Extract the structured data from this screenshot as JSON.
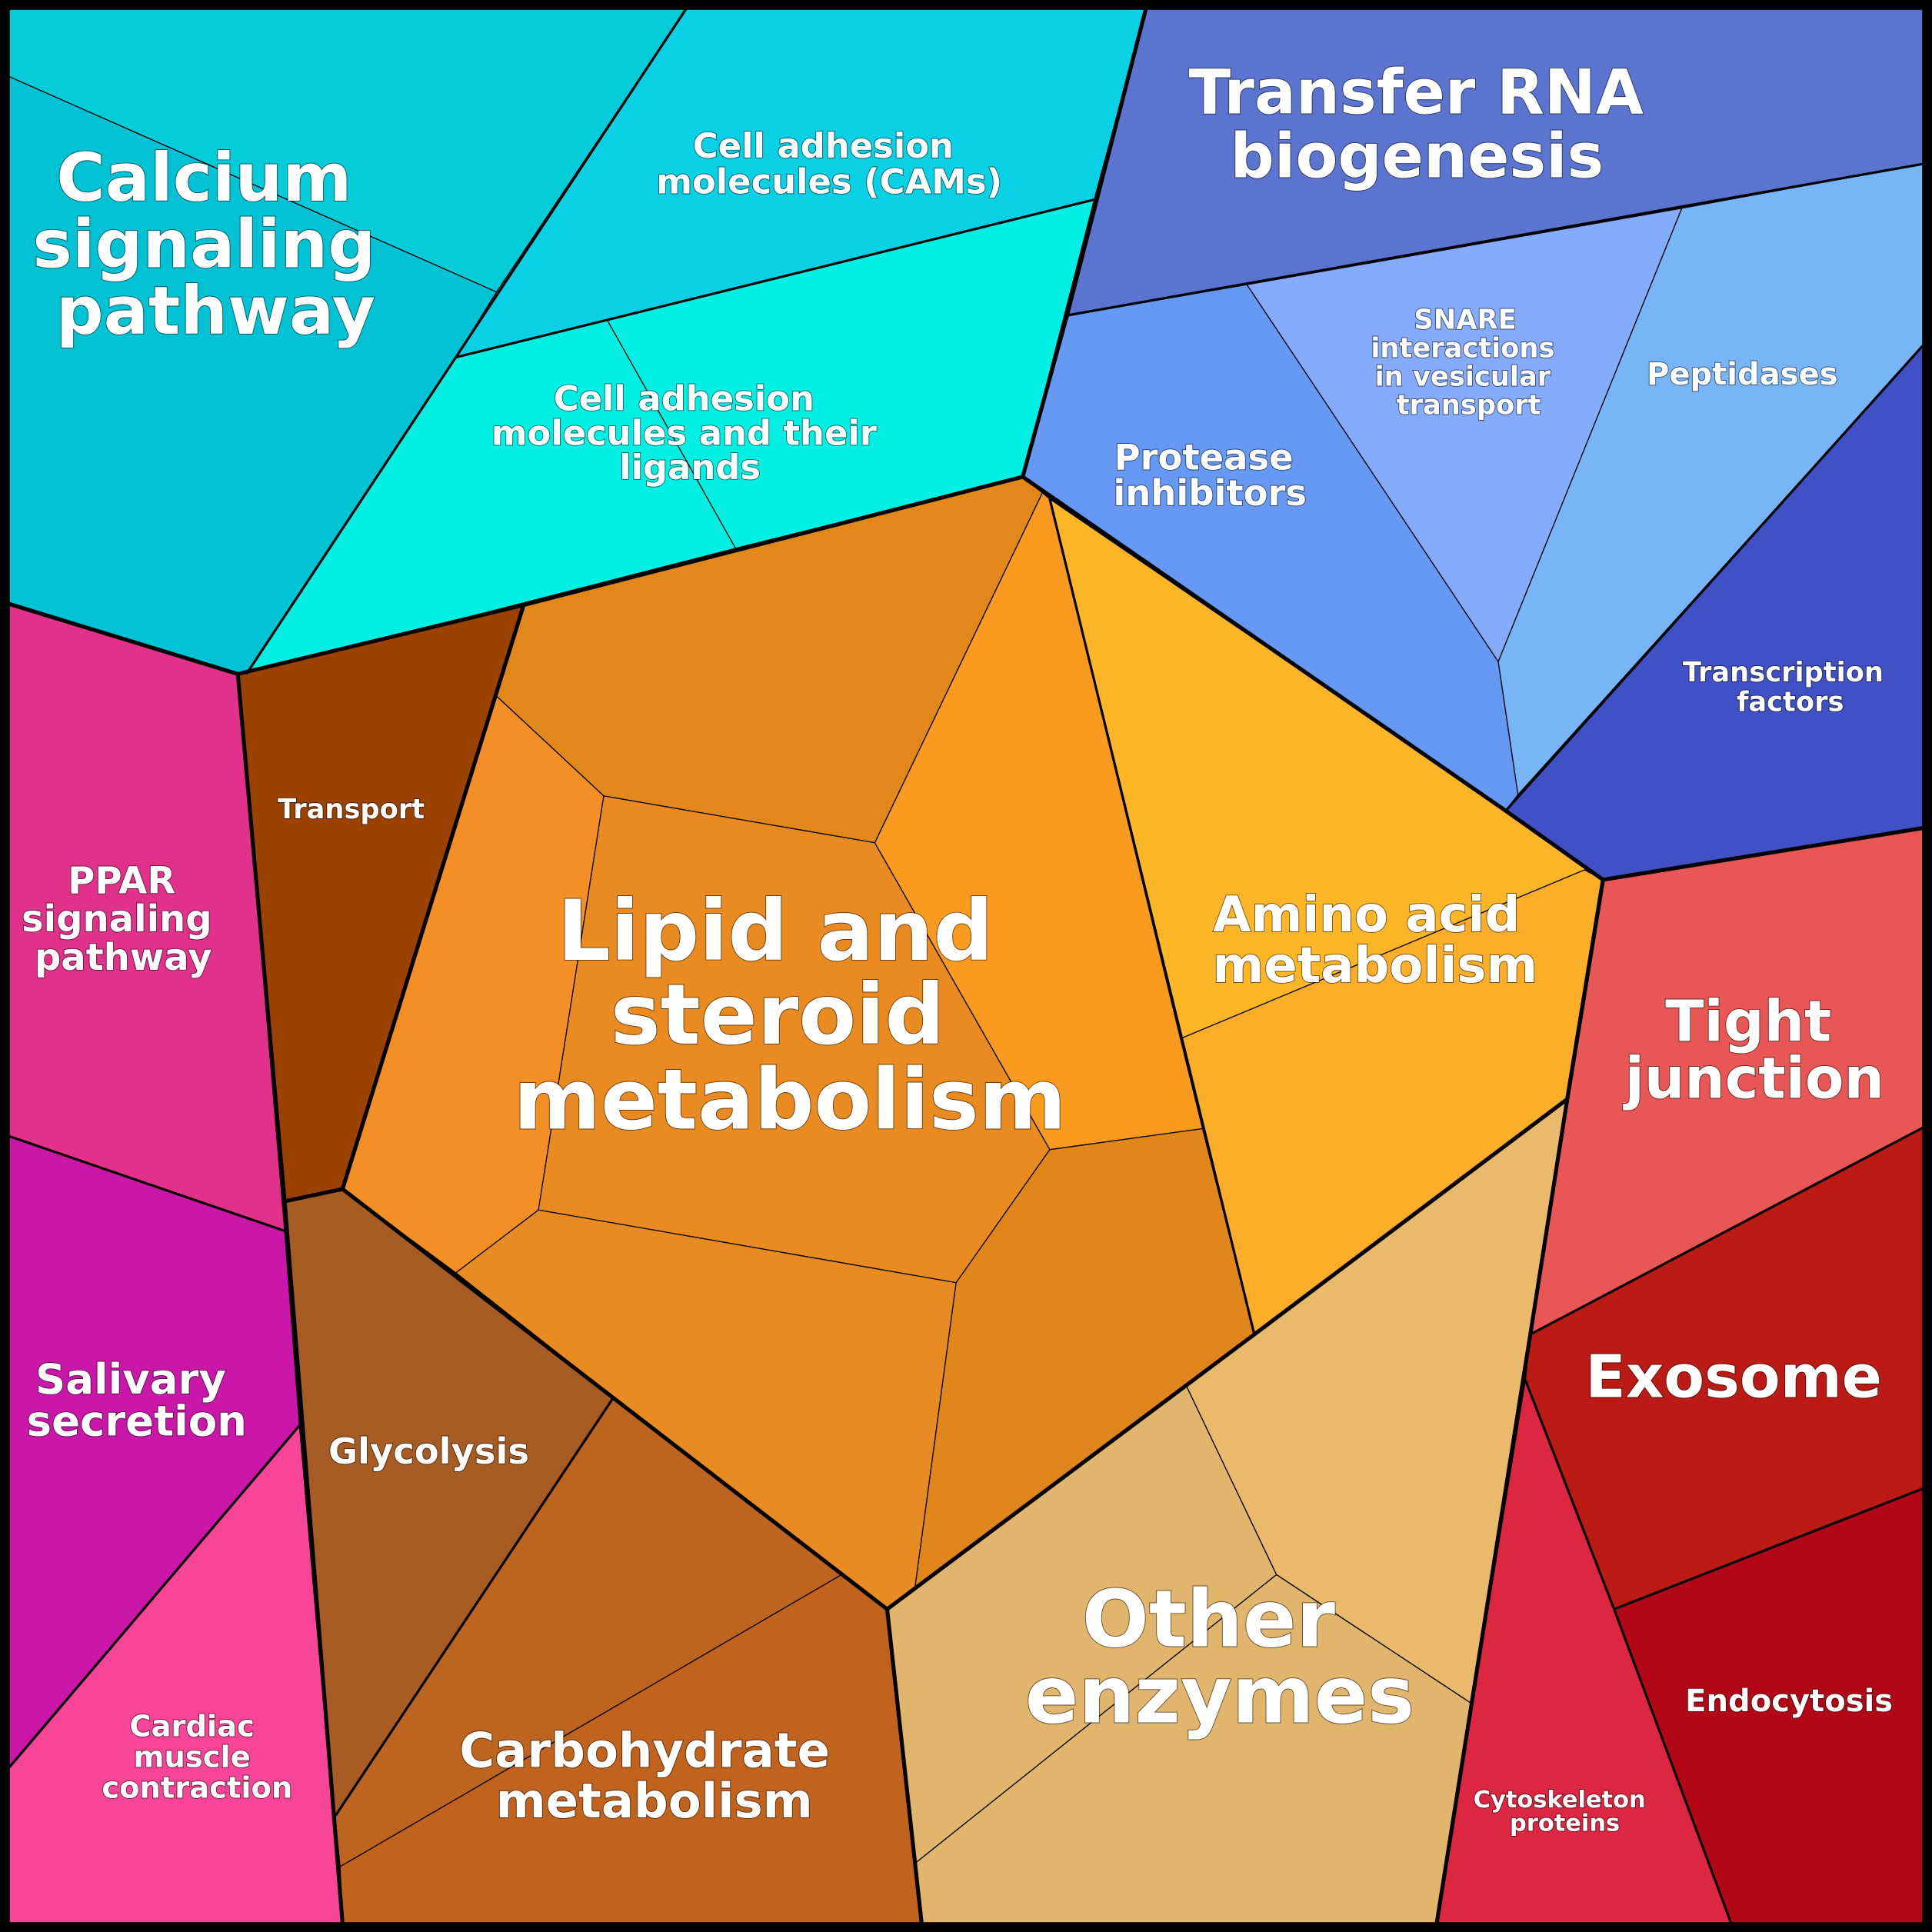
{
  "diagram": {
    "type": "voronoi-treemap",
    "regions": [
      {
        "id": "calcium",
        "label": [
          "Calcium",
          "signaling",
          "pathway"
        ],
        "color": "#02c5d6"
      },
      {
        "id": "cams",
        "label": [
          "Cell adhesion",
          "molecules (CAMs)"
        ],
        "color": "#08d1e6"
      },
      {
        "id": "cam-ligands",
        "label": [
          "Cell adhesion",
          "molecules and their",
          "ligands"
        ],
        "color": "#02f0e3"
      },
      {
        "id": "trna",
        "label": [
          "Transfer RNA",
          "biogenesis"
        ],
        "color": "#5a74cf"
      },
      {
        "id": "protease-inhibitors",
        "label": [
          "Protease",
          "inhibitors"
        ],
        "color": "#6699f3"
      },
      {
        "id": "snare",
        "label": [
          "SNARE",
          "interactions",
          "in vesicular",
          "transport"
        ],
        "color": "#84abfc"
      },
      {
        "id": "peptidases",
        "label": [
          "Peptidases"
        ],
        "color": "#78b5f7"
      },
      {
        "id": "transcription-factors",
        "label": [
          "Transcription",
          "factors"
        ],
        "color": "#4051c5"
      },
      {
        "id": "lipid",
        "label": [
          "Lipid and",
          "steroid",
          "metabolism"
        ],
        "color": "#e9891f"
      },
      {
        "id": "amino-acid",
        "label": [
          "Amino acid",
          "metabolism"
        ],
        "color": "#feb227"
      },
      {
        "id": "transport",
        "label": [
          "Transport"
        ],
        "color": "#9c4200"
      },
      {
        "id": "ppar",
        "label": [
          "PPAR",
          "signaling",
          "pathway"
        ],
        "color": "#e2318a"
      },
      {
        "id": "salivary",
        "label": [
          "Salivary",
          "secretion"
        ],
        "color": "#cb17a9"
      },
      {
        "id": "cardiac",
        "label": [
          "Cardiac",
          "muscle",
          "contraction"
        ],
        "color": "#f84597"
      },
      {
        "id": "glycolysis",
        "label": [
          "Glycolysis"
        ],
        "color": "#a65c22"
      },
      {
        "id": "carbohydrate",
        "label": [
          "Carbohydrate",
          "metabolism"
        ],
        "color": "#c1621d"
      },
      {
        "id": "other-enzymes",
        "label": [
          "Other",
          "enzymes"
        ],
        "color": "#e1b56b"
      },
      {
        "id": "tight-junction",
        "label": [
          "Tight",
          "junction"
        ],
        "color": "#e95656"
      },
      {
        "id": "exosome",
        "label": [
          "Exosome"
        ],
        "color": "#bc1a14"
      },
      {
        "id": "endocytosis",
        "label": [
          "Endocytosis"
        ],
        "color": "#b30718"
      },
      {
        "id": "cytoskeleton",
        "label": [
          "Cytoskeleton",
          "proteins"
        ],
        "color": "#dd2642"
      }
    ]
  }
}
